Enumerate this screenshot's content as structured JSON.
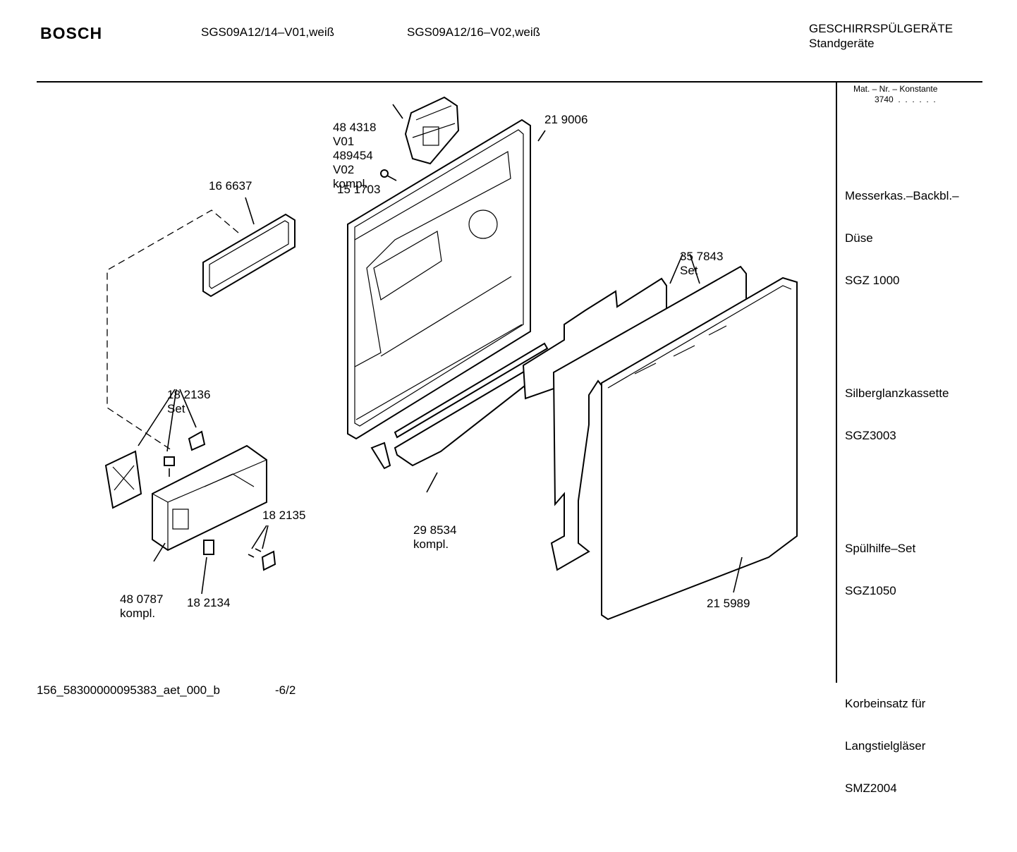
{
  "header": {
    "brand": "BOSCH",
    "model_1": "SGS09A12/14–V01,weiß",
    "model_2": "SGS09A12/16–V02,weiß",
    "category": "GESCHIRRSPÜLGERÄTE",
    "subcategory": "Standgeräte"
  },
  "sidebar": {
    "mat_label": "Mat. – Nr. – Konstante",
    "mat_value": "3740  .  .  .  .  .  .",
    "accessories": [
      {
        "lines": [
          "Messerkas.–Backbl.–",
          "Düse",
          "SGZ 1000"
        ]
      },
      {
        "lines": [
          "Silberglanzkassette",
          "SGZ3003"
        ]
      },
      {
        "lines": [
          "Spülhilfe–Set",
          "SGZ1050"
        ]
      },
      {
        "lines": [
          "Korbeinsatz für",
          "Langstielgläser",
          "SMZ2004"
        ]
      }
    ]
  },
  "parts": {
    "p484318": [
      "48 4318",
      "V01",
      "489454",
      "V02",
      "kompl."
    ],
    "p219006": [
      "21 9006"
    ],
    "p151703": [
      "15 1703"
    ],
    "p166637": [
      "16 6637"
    ],
    "p357843": [
      "35 7843",
      "Set"
    ],
    "p182136": [
      "18 2136",
      "Set"
    ],
    "p182135": [
      "18 2135"
    ],
    "p298534": [
      "29 8534",
      "kompl."
    ],
    "p480787": [
      "48 0787",
      "kompl."
    ],
    "p182134": [
      "18 2134"
    ],
    "p215989": [
      "21 5989"
    ]
  },
  "footer": {
    "doc_id": "156_58300000095383_aet_000_b",
    "page": "-6/2"
  }
}
